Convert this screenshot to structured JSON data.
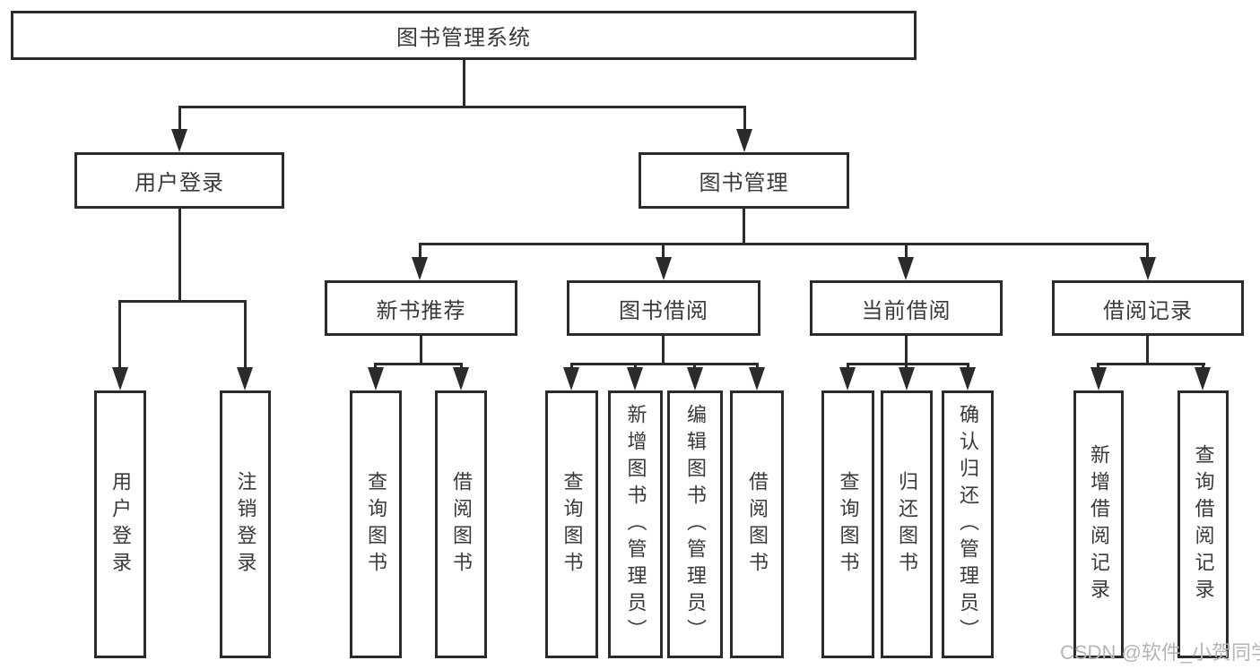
{
  "title": "图书管理系统",
  "level1": [
    {
      "label": "用户登录"
    },
    {
      "label": "图书管理"
    }
  ],
  "level2": [
    {
      "label": "新书推荐"
    },
    {
      "label": "图书借阅"
    },
    {
      "label": "当前借阅"
    },
    {
      "label": "借阅记录"
    }
  ],
  "leaves": {
    "login": [
      "用户登录",
      "注销登录"
    ],
    "recommend": [
      "查询图书",
      "借阅图书"
    ],
    "borrow": [
      "查询图书",
      "新增图书（管理员）",
      "编辑图书（管理员）",
      "借阅图书"
    ],
    "current": [
      "查询图书",
      "归还图书",
      "确认归还（管理员）"
    ],
    "records": [
      "新增借阅记录",
      "查询借阅记录"
    ]
  },
  "watermark": "CSDN @软件_小贺同学",
  "colors": {
    "line": "#2b2b2b",
    "box_border": "#2b2b2b",
    "box_fill": "#ffffff",
    "text": "#3a3a3a",
    "watermark": "#b5b5b5",
    "background": "#ffffff"
  }
}
